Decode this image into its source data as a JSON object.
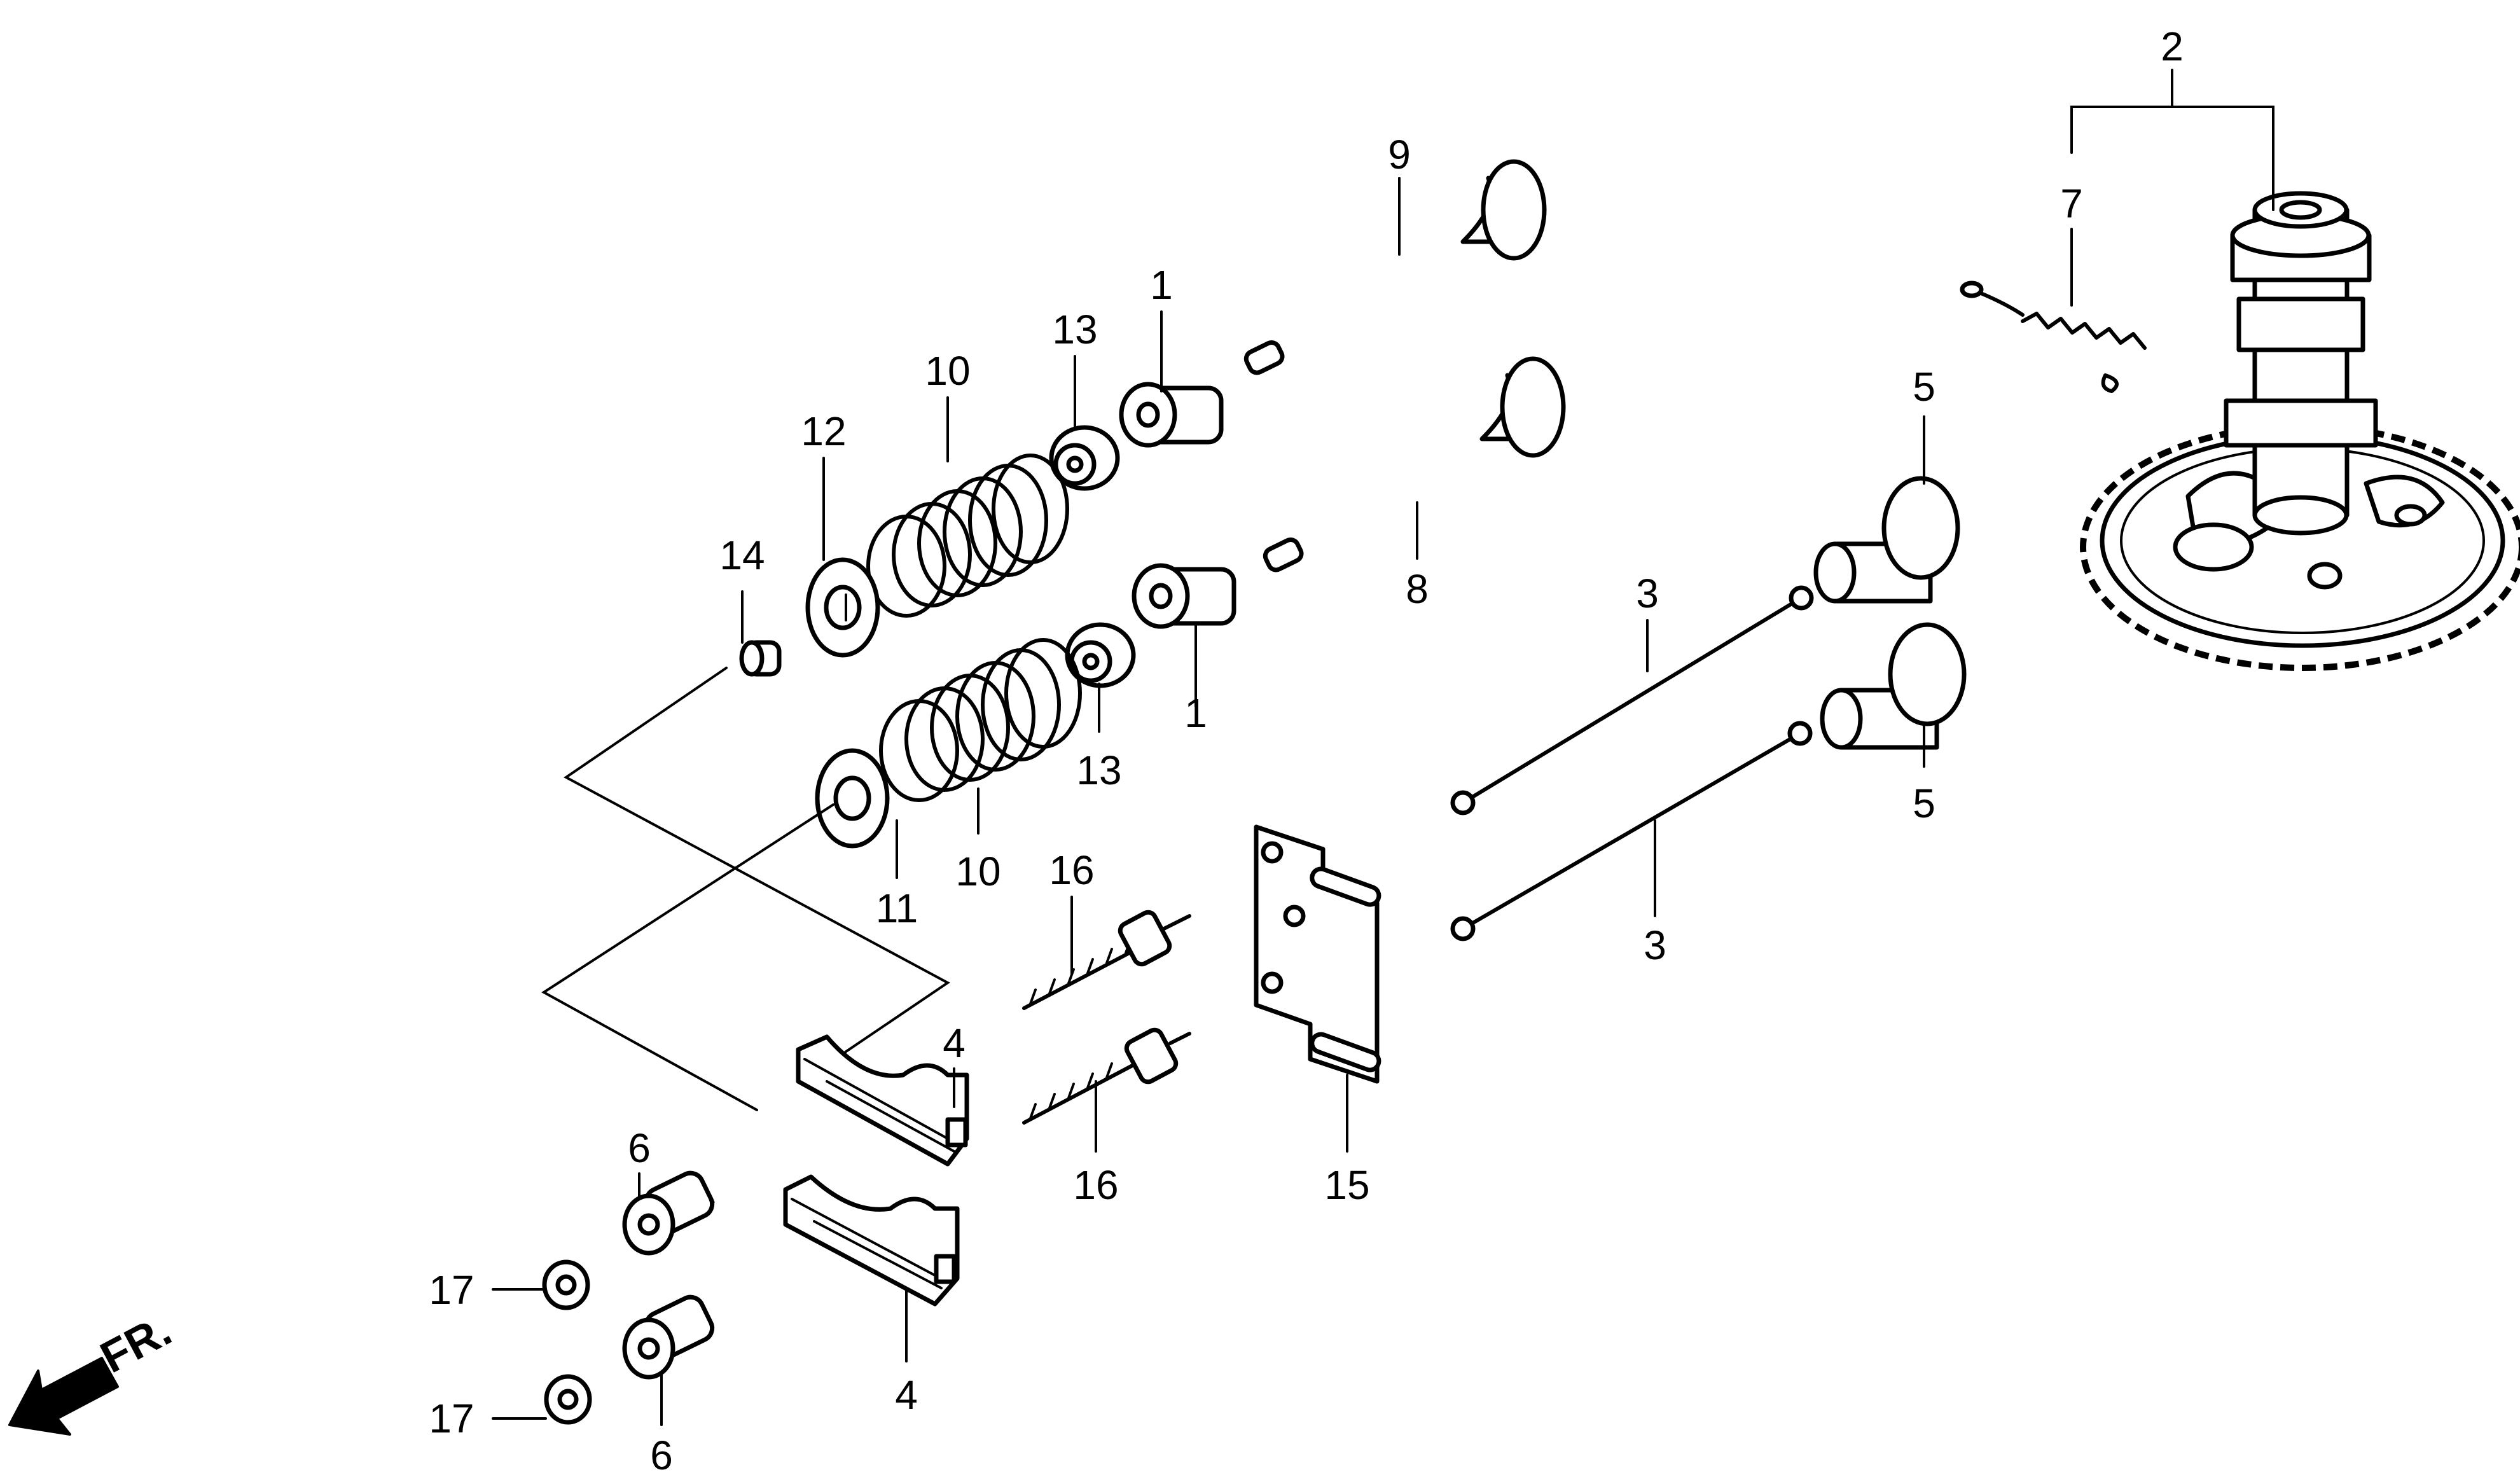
{
  "callouts": {
    "c1a": "1",
    "c1b": "1",
    "c2": "2",
    "c3a": "3",
    "c3b": "3",
    "c4a": "4",
    "c4b": "4",
    "c5a": "5",
    "c5b": "5",
    "c6a": "6",
    "c6b": "6",
    "c7": "7",
    "c8": "8",
    "c9": "9",
    "c10a": "10",
    "c10b": "10",
    "c11": "11",
    "c12": "12",
    "c13a": "13",
    "c13b": "13",
    "c14": "14",
    "c15": "15",
    "c16a": "16",
    "c16b": "16",
    "c17a": "17",
    "c17b": "17"
  },
  "direction_label": "FR."
}
